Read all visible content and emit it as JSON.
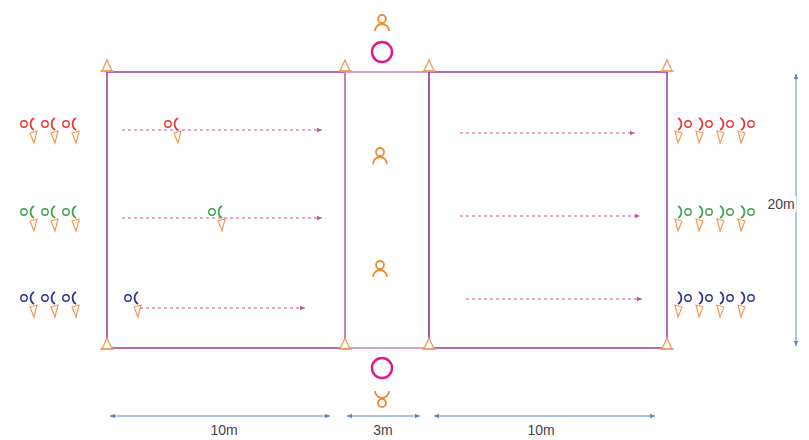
{
  "diagram": {
    "labels": [
      "10m",
      "3m",
      "10m",
      "20m"
    ]
  }
}
